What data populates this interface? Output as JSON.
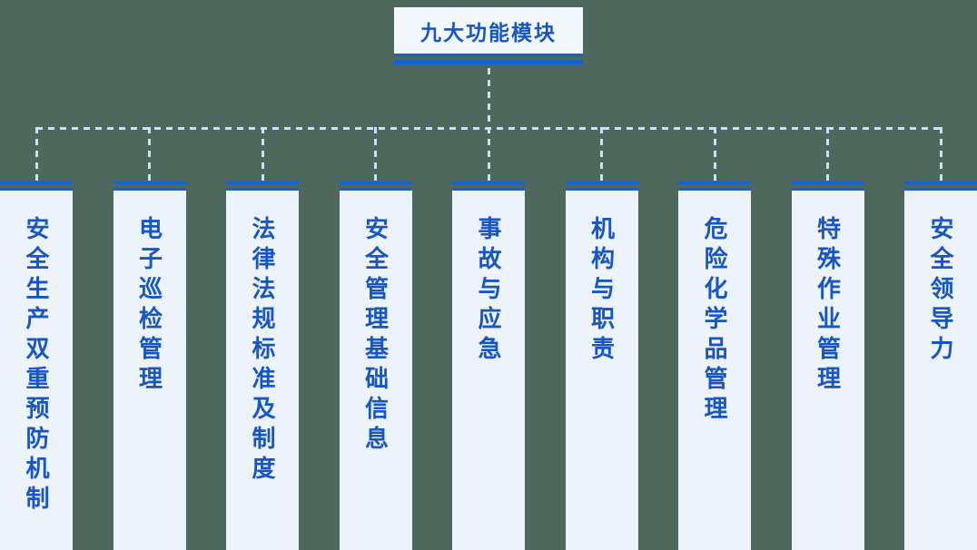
{
  "title": "九大功能模块",
  "colors": {
    "background_green": "#4e685e",
    "accent_blue_text": "#1956c5",
    "bar_blue": "#1463d6",
    "column_background": "#edf3fa",
    "top_box_background": "#f3f8fd",
    "connector_dash": "#cde0f5"
  },
  "modules": [
    {
      "label": "安全生产双重预防机制"
    },
    {
      "label": "电子巡检管理"
    },
    {
      "label": "法律法规标准及制度"
    },
    {
      "label": "安全管理基础信息"
    },
    {
      "label": "事故与应急"
    },
    {
      "label": "机构与职责"
    },
    {
      "label": "危险化学品管理"
    },
    {
      "label": "特殊作业管理"
    },
    {
      "label": "安全领导力"
    }
  ]
}
